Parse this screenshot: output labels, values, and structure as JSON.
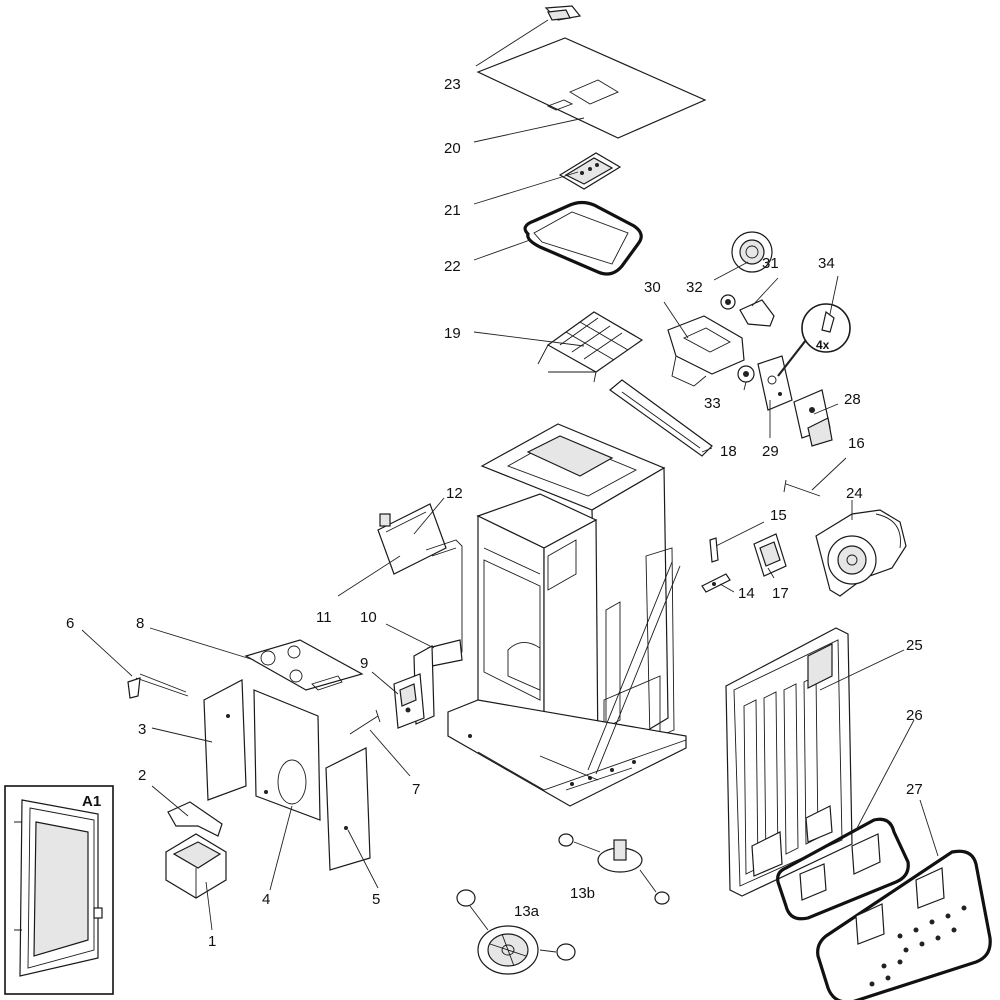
{
  "inset_label": "A1",
  "quantity_note": "4x",
  "callouts": [
    "1",
    "2",
    "3",
    "4",
    "5",
    "6",
    "7",
    "8",
    "9",
    "10",
    "11",
    "12",
    "13a",
    "13b",
    "14",
    "15",
    "16",
    "17",
    "18",
    "19",
    "20",
    "21",
    "22",
    "23",
    "24",
    "25",
    "26",
    "27",
    "28",
    "29",
    "30",
    "31",
    "32",
    "33",
    "34"
  ]
}
